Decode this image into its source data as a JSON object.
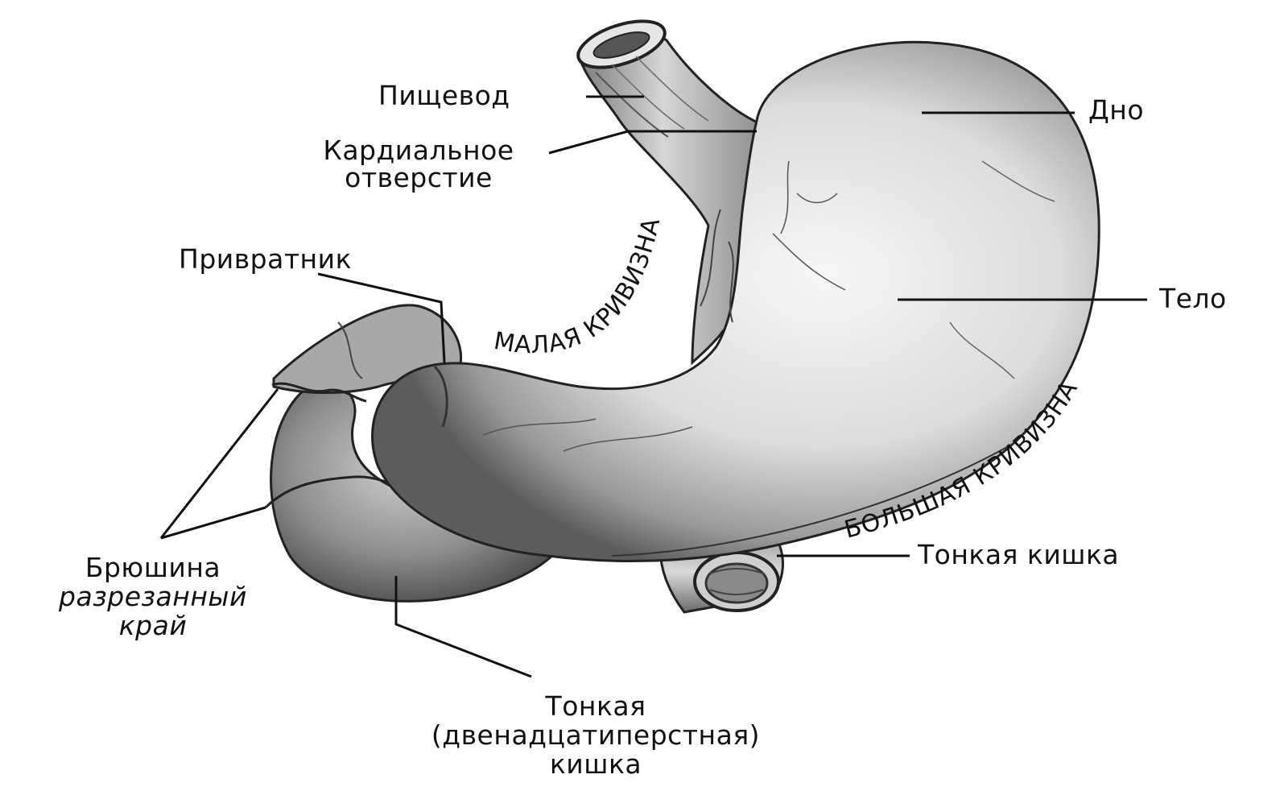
{
  "labels": {
    "esophagus": "Пищевод",
    "cardia_line1": "Кардиальное",
    "cardia_line2": "отверстие",
    "fundus": "Дно",
    "pylorus": "Привратник",
    "body": "Тело",
    "lesser_curvature": "МАЛАЯ КРИВИЗНА",
    "greater_curvature": "БОЛЬШАЯ КРИВИЗНА",
    "small_intestine": "Тонкая кишка",
    "peritoneum_line1": "Брюшина",
    "peritoneum_line2": "разрезанный",
    "peritoneum_line3": "край",
    "duodenum_line1": "Тонкая",
    "duodenum_line2": "(двенадцатиперстная)",
    "duodenum_line3": "кишка"
  },
  "colors": {
    "ink": "#111111",
    "organ_light": "#f2f2f2",
    "organ_mid": "#bdbdbd",
    "organ_dark": "#6e6e6e"
  }
}
